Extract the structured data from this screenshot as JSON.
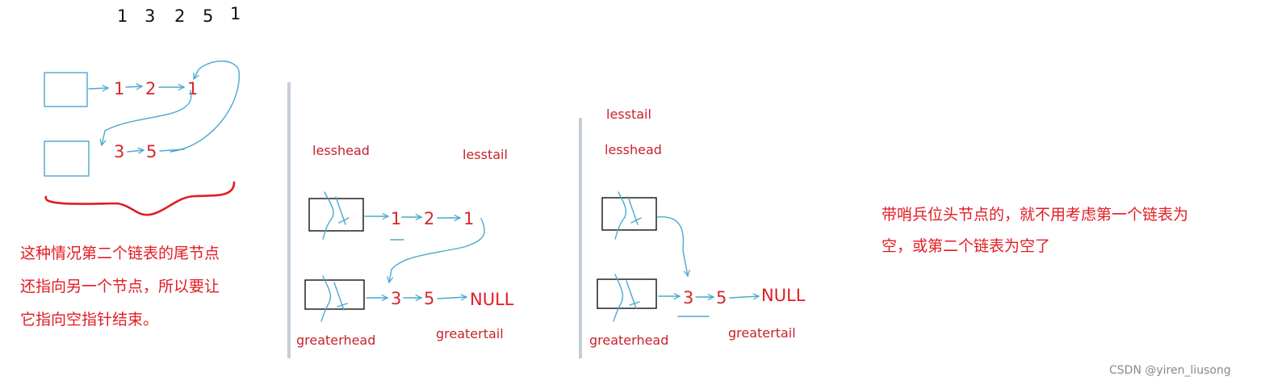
{
  "sequence": [
    "1",
    "3",
    "2",
    "5",
    "1"
  ],
  "panel1": {
    "less_list": [
      "1",
      "2",
      "1"
    ],
    "greater_list": [
      "3",
      "5"
    ],
    "note_lines": [
      "这种情况第二个链表的尾节点",
      "还指向另一个节点，所以要让",
      "它指向空指针结束。"
    ]
  },
  "panel2": {
    "lesshead": "lesshead",
    "lesstail": "lesstail",
    "greaterhead": "greaterhead",
    "greatertail": "greatertail",
    "less_list": [
      "1",
      "2",
      "1"
    ],
    "greater_list": [
      "3",
      "5"
    ],
    "null_label": "NULL"
  },
  "panel3": {
    "lesstail": "lesstail",
    "lesshead": "lesshead",
    "greaterhead": "greaterhead",
    "greatertail": "greatertail",
    "greater_list": [
      "3",
      "5"
    ],
    "null_label": "NULL"
  },
  "note_right_lines": [
    "带哨兵位头节点的，就不用考虑第一个链表为",
    "空，或第二个链表为空了"
  ],
  "watermark": "CSDN @yiren_liusong",
  "colors": {
    "annotation_red": "#e31b23",
    "arrow_blue": "#49a9cf",
    "separator": "#c5cdd8"
  }
}
